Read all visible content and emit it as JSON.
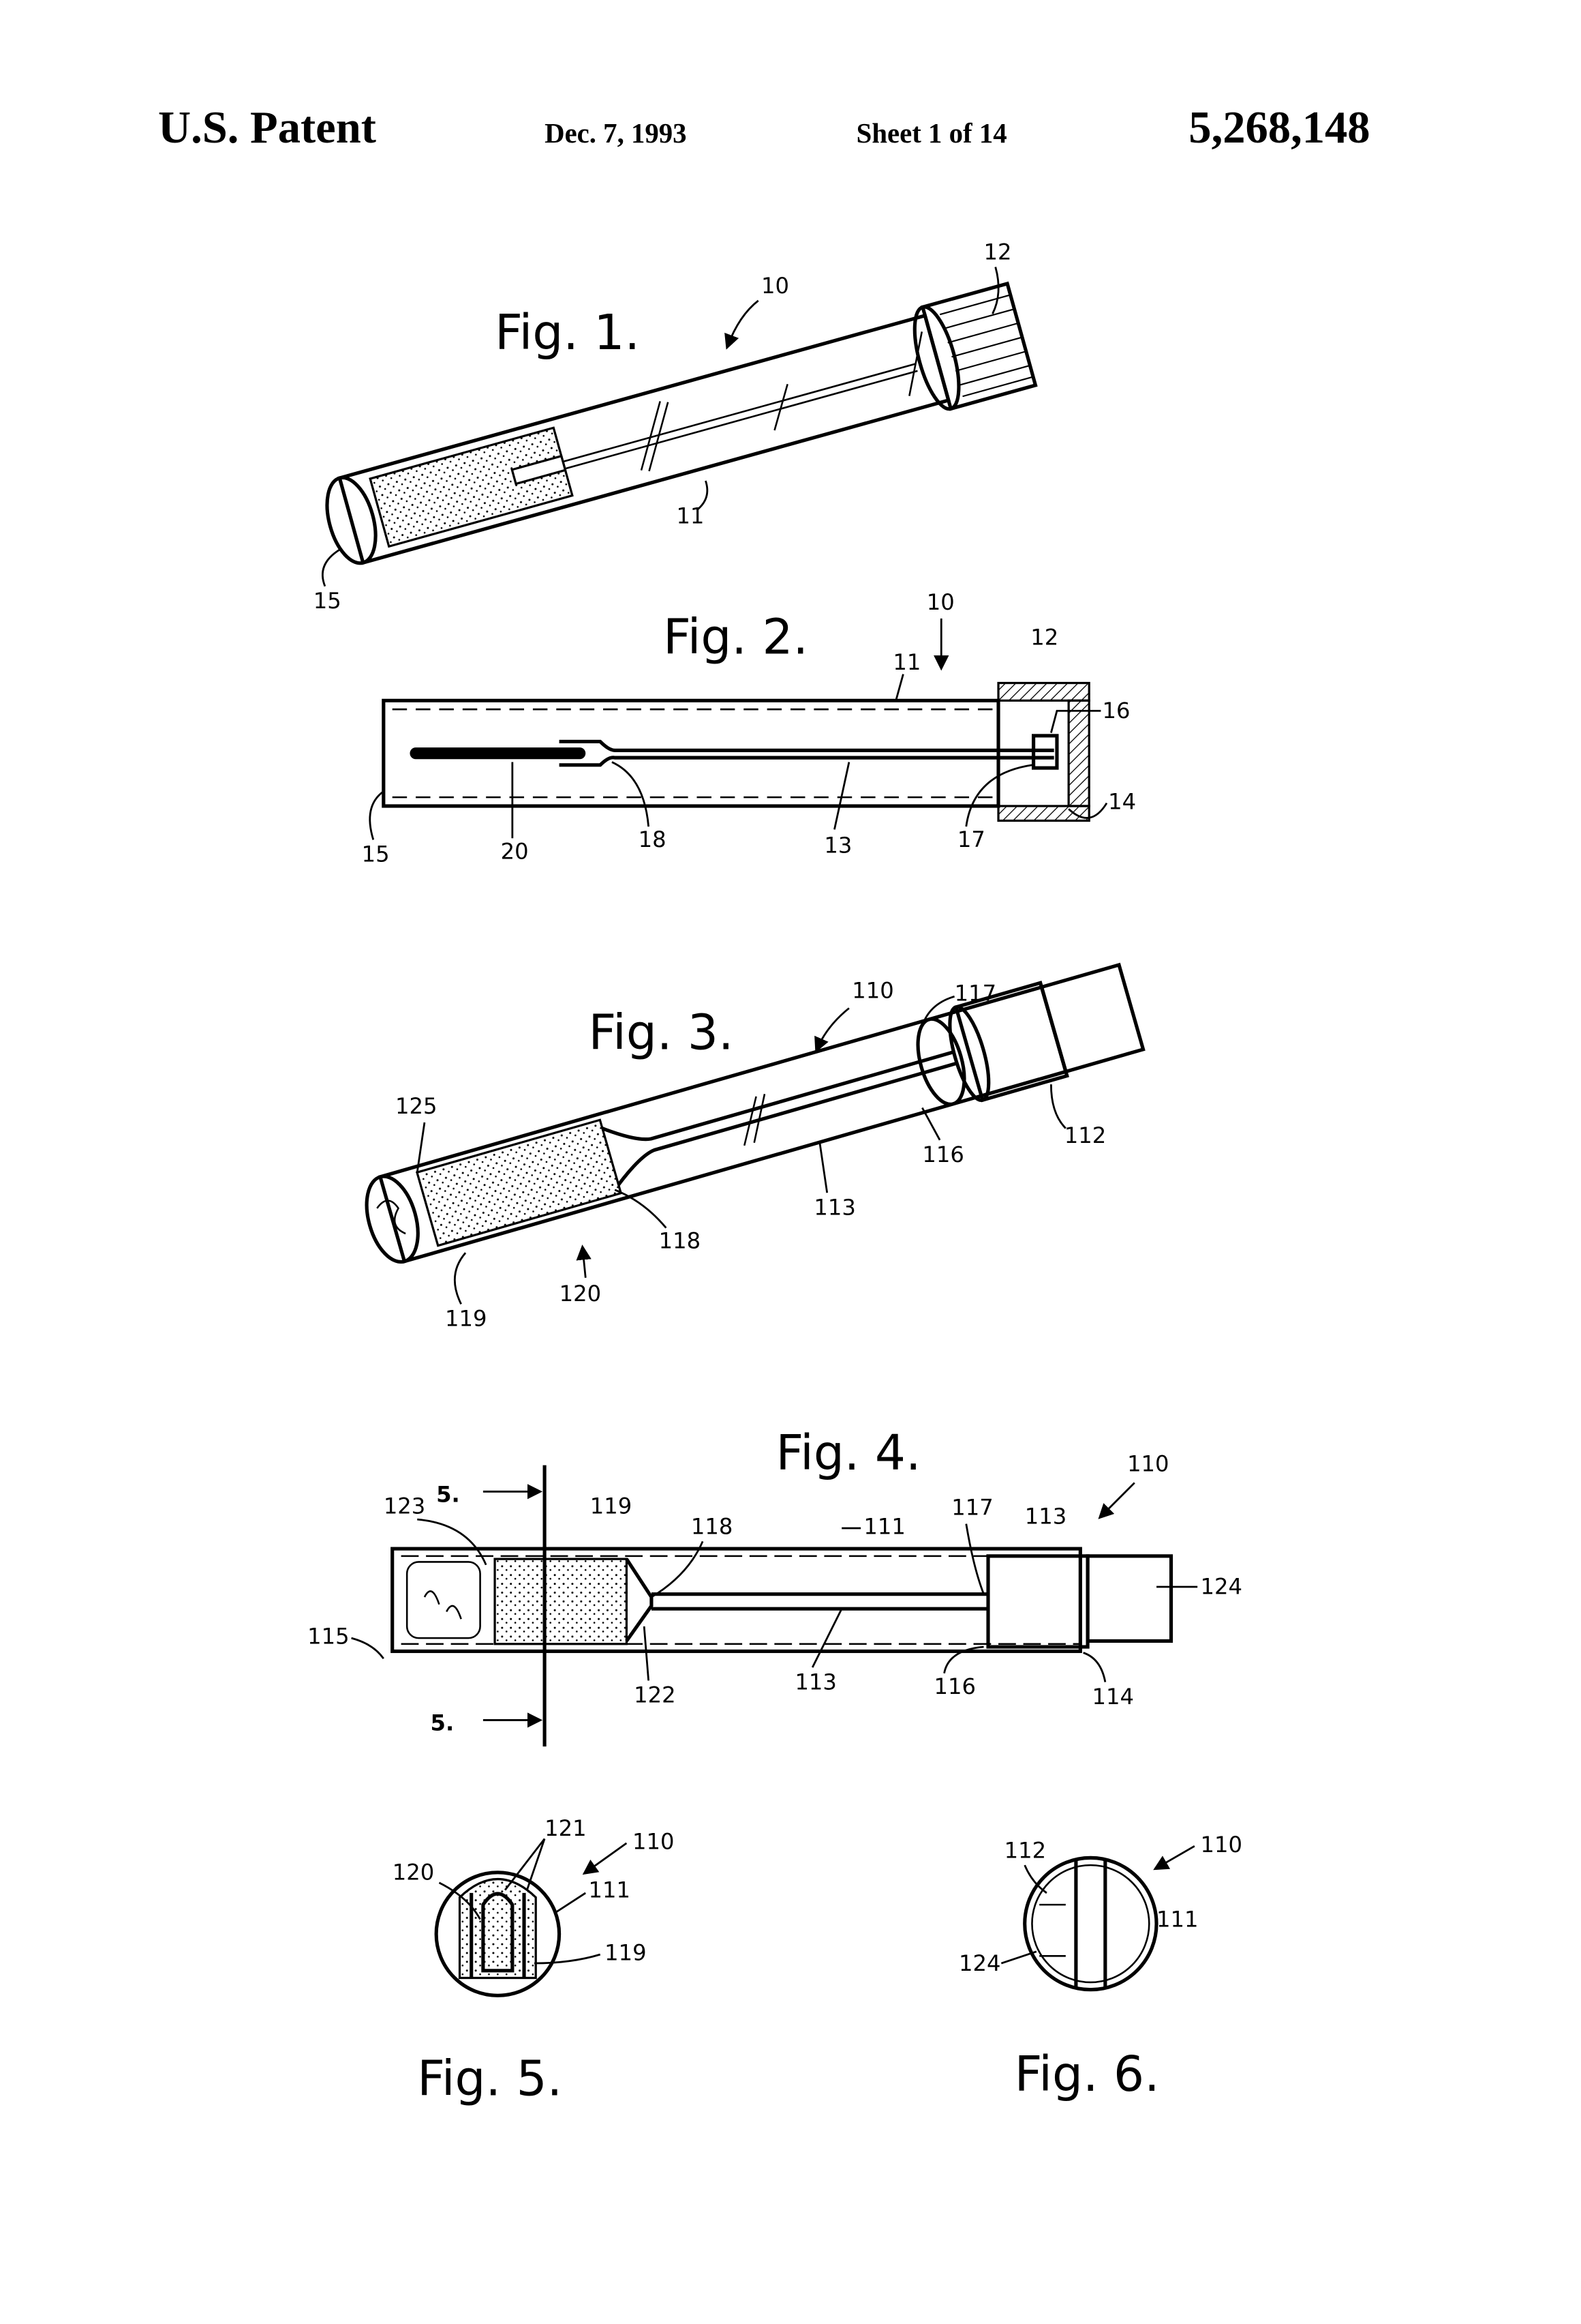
{
  "header": {
    "title": "U.S. Patent",
    "date": "Dec. 7, 1993",
    "sheet": "Sheet 1 of 14",
    "patent_number": "5,268,148"
  },
  "fig1": {
    "title": "Fig. 1.",
    "labels": [
      "10",
      "12",
      "11",
      "15"
    ]
  },
  "fig2": {
    "title": "Fig. 2.",
    "labels": [
      "10",
      "12",
      "11",
      "16",
      "14",
      "15",
      "20",
      "18",
      "13",
      "17"
    ]
  },
  "fig3": {
    "title": "Fig. 3.",
    "labels": [
      "110",
      "117",
      "125",
      "116",
      "112",
      "113",
      "118",
      "119",
      "120"
    ]
  },
  "fig4": {
    "title": "Fig. 4.",
    "labels": [
      "110",
      "5.",
      "5.",
      "123",
      "119",
      "118",
      "111",
      "117",
      "113",
      "124",
      "115",
      "122",
      "113",
      "116",
      "114"
    ]
  },
  "fig5": {
    "title": "Fig. 5.",
    "labels": [
      "121",
      "110",
      "120",
      "111",
      "119"
    ]
  },
  "fig6": {
    "title": "Fig. 6.",
    "labels": [
      "112",
      "110",
      "111",
      "124"
    ]
  }
}
